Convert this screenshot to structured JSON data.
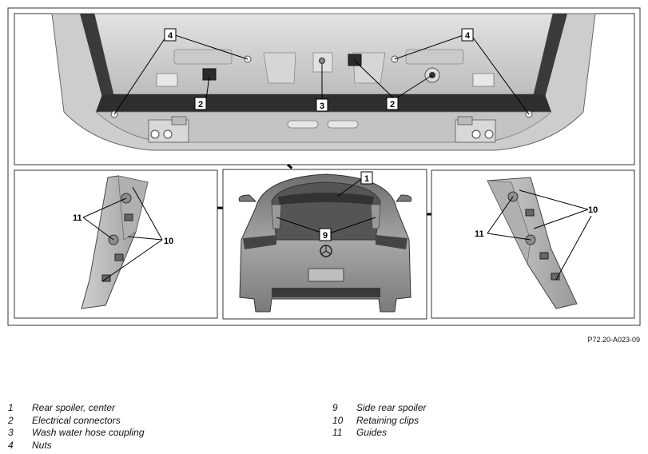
{
  "figure": {
    "reference": "P72.20-A023-09",
    "callouts": {
      "top_4_left": "4",
      "top_4_right": "4",
      "top_2_left": "2",
      "top_3": "3",
      "top_2_right": "2",
      "center_1": "1",
      "center_9": "9",
      "left_11": "11",
      "left_10": "10",
      "right_10": "10",
      "right_11": "11"
    }
  },
  "legend": {
    "left": [
      {
        "num": "1",
        "text": "Rear spoiler, center"
      },
      {
        "num": "2",
        "text": "Electrical connectors"
      },
      {
        "num": "3",
        "text": "Wash water hose coupling"
      },
      {
        "num": "4",
        "text": "Nuts"
      }
    ],
    "right": [
      {
        "num": "9",
        "text": "Side rear spoiler"
      },
      {
        "num": "10",
        "text": "Retaining clips"
      },
      {
        "num": "11",
        "text": "Guides"
      }
    ]
  },
  "colors": {
    "frame": "#333333",
    "metal_light": "#d8d8d8",
    "metal_mid": "#b4b4b4",
    "metal_dark": "#3a3a3a",
    "car_body": "#8a8a8a",
    "leader": "#000000"
  }
}
